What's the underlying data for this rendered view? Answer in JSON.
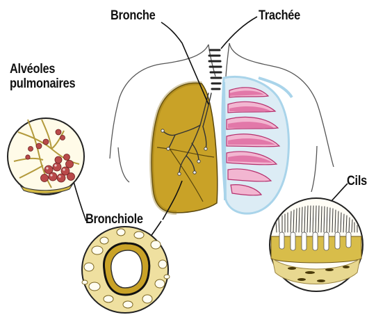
{
  "labels": {
    "bronche": "Bronche",
    "trachee": "Trachée",
    "alveoles_line1": "Alvéoles",
    "alveoles_line2": "pulmonaires",
    "bronchiole": "Bronchiole",
    "cils": "Cils"
  },
  "colors": {
    "lung": "#c9a227",
    "lung_dark": "#8a6d12",
    "ribs": "#d6478a",
    "ribs_light": "#f2b6d1",
    "membrane": "#a9d4ea",
    "alveoli": "#b94a4a",
    "tissue": "#e2cf78",
    "outline": "#222222"
  }
}
